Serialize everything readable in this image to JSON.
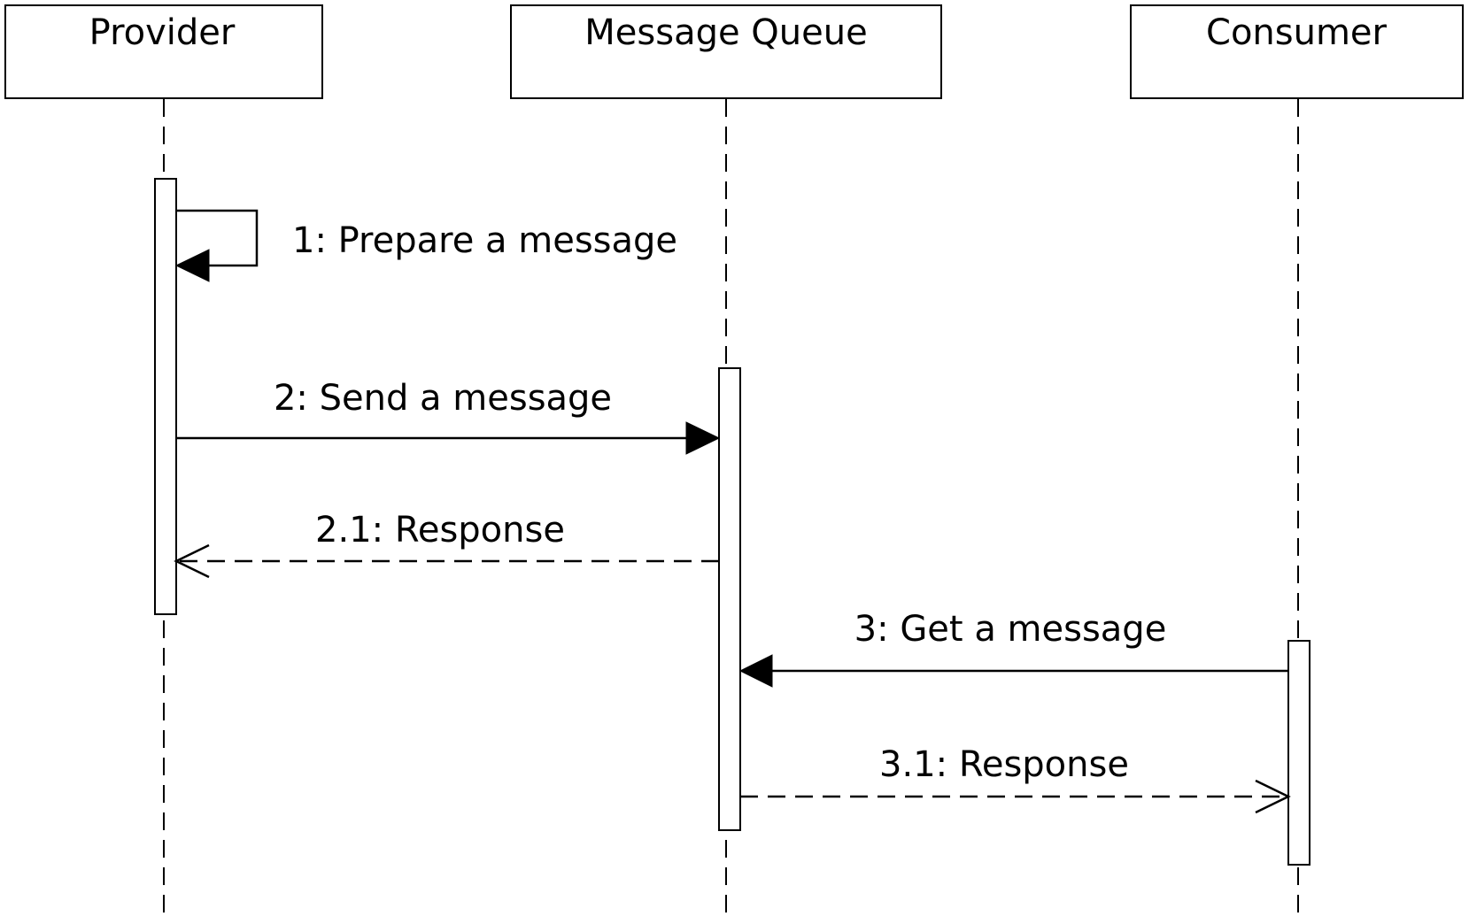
{
  "participants": [
    {
      "id": "provider",
      "label": "Provider"
    },
    {
      "id": "queue",
      "label": "Message Queue"
    },
    {
      "id": "consumer",
      "label": "Consumer"
    }
  ],
  "messages": [
    {
      "id": "m1",
      "label": "1: Prepare a message",
      "from": "provider",
      "to": "provider",
      "kind": "self"
    },
    {
      "id": "m2",
      "label": "2: Send a message",
      "from": "provider",
      "to": "queue",
      "kind": "sync"
    },
    {
      "id": "m21",
      "label": "2.1: Response",
      "from": "queue",
      "to": "provider",
      "kind": "reply"
    },
    {
      "id": "m3",
      "label": "3: Get a message",
      "from": "consumer",
      "to": "queue",
      "kind": "sync"
    },
    {
      "id": "m31",
      "label": "3.1: Response",
      "from": "queue",
      "to": "consumer",
      "kind": "reply"
    }
  ]
}
